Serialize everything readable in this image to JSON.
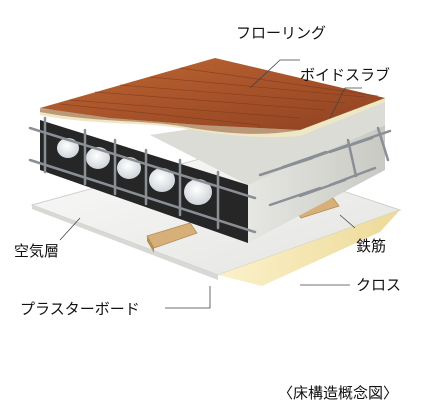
{
  "labels": {
    "flooring": "フローリング",
    "void_slab": "ボイドスラブ",
    "air_layer": "空気層",
    "rebar": "鉄筋",
    "cloth": "クロス",
    "plasterboard": "プラスターボード"
  },
  "caption": "〈床構造概念図〉",
  "colors": {
    "wood": "#a8532a",
    "concrete": "#d9d9d4",
    "void_face": "#2a2a2a",
    "rebar": "#8a8f96",
    "cushion": "#efe6c4",
    "plasterboard": "#f2f2f0",
    "joist": "#d6b078",
    "cloth": "#f3e3b0"
  }
}
